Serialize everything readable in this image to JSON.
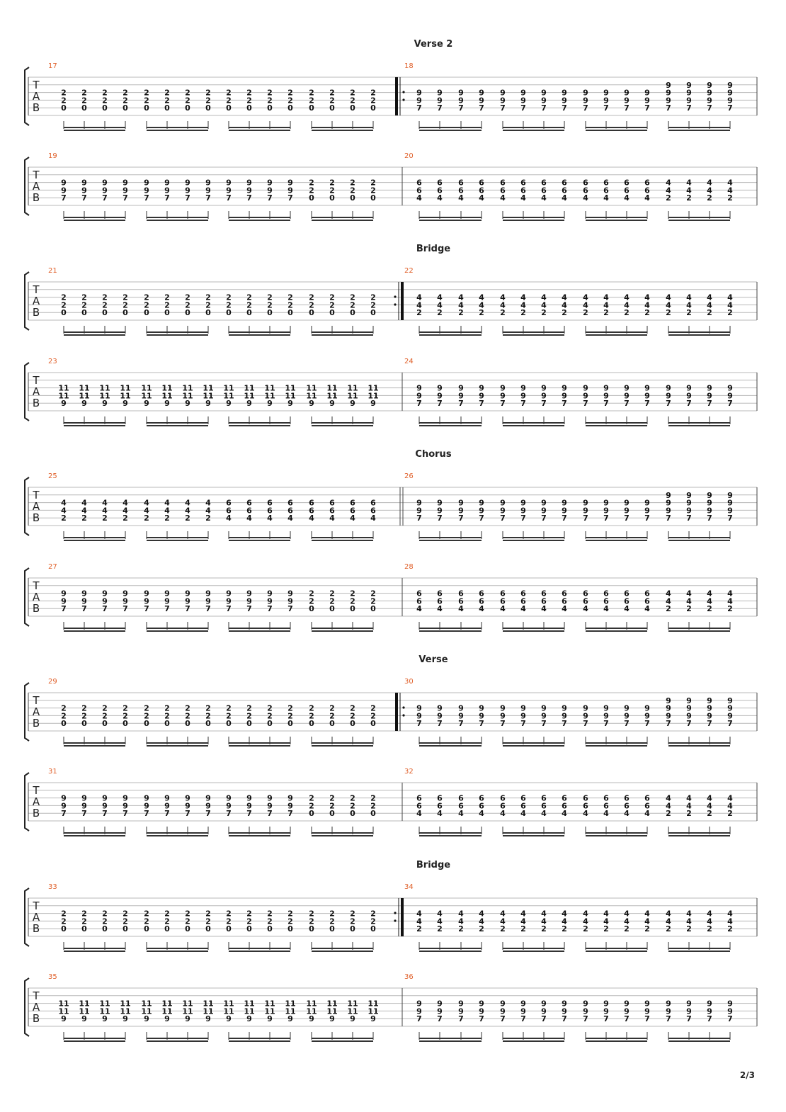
{
  "page_number": "2/3",
  "tab_label": [
    "T",
    "A",
    "B"
  ],
  "systems": [
    {
      "section": "Verse 2",
      "measures": [
        {
          "number": "17",
          "repeat_start": false,
          "repeat_end": false,
          "chords": [
            [
              "2",
              "2",
              "0"
            ],
            [
              "2",
              "2",
              "0"
            ],
            [
              "2",
              "2",
              "0"
            ],
            [
              "2",
              "2",
              "0"
            ]
          ]
        },
        {
          "number": "18",
          "repeat_start": true,
          "repeat_end": false,
          "chords": [
            [
              "9",
              "9",
              "7"
            ],
            [
              "9",
              "9",
              "7"
            ],
            [
              "9",
              "9",
              "7"
            ],
            [
              "9",
              "9",
              "7",
              "9"
            ]
          ]
        }
      ]
    },
    {
      "section": "",
      "measures": [
        {
          "number": "19",
          "repeat_start": false,
          "repeat_end": false,
          "chords": [
            [
              "9",
              "9",
              "7"
            ],
            [
              "9",
              "9",
              "7"
            ],
            [
              "9",
              "9",
              "7"
            ],
            [
              "2",
              "2",
              "0"
            ]
          ]
        },
        {
          "number": "20",
          "repeat_start": false,
          "repeat_end": false,
          "chords": [
            [
              "6",
              "6",
              "4"
            ],
            [
              "6",
              "6",
              "4"
            ],
            [
              "6",
              "6",
              "4"
            ],
            [
              "4",
              "4",
              "2"
            ]
          ]
        }
      ]
    },
    {
      "section": "Bridge",
      "measures": [
        {
          "number": "21",
          "repeat_start": false,
          "repeat_end": true,
          "chords": [
            [
              "2",
              "2",
              "0"
            ],
            [
              "2",
              "2",
              "0"
            ],
            [
              "2",
              "2",
              "0"
            ],
            [
              "2",
              "2",
              "0"
            ]
          ]
        },
        {
          "number": "22",
          "repeat_start": false,
          "repeat_end": false,
          "chords": [
            [
              "4",
              "4",
              "2"
            ],
            [
              "4",
              "4",
              "2"
            ],
            [
              "4",
              "4",
              "2"
            ],
            [
              "4",
              "4",
              "2"
            ]
          ]
        }
      ]
    },
    {
      "section": "",
      "measures": [
        {
          "number": "23",
          "repeat_start": false,
          "repeat_end": false,
          "chords": [
            [
              "11",
              "11",
              "9"
            ],
            [
              "11",
              "11",
              "9"
            ],
            [
              "11",
              "11",
              "9"
            ],
            [
              "11",
              "11",
              "9"
            ]
          ]
        },
        {
          "number": "24",
          "repeat_start": false,
          "repeat_end": false,
          "chords": [
            [
              "9",
              "9",
              "7"
            ],
            [
              "9",
              "9",
              "7"
            ],
            [
              "9",
              "9",
              "7"
            ],
            [
              "9",
              "9",
              "7"
            ]
          ]
        }
      ]
    },
    {
      "section": "Chorus",
      "measures": [
        {
          "number": "25",
          "repeat_start": false,
          "repeat_end": false,
          "double_bar_end": true,
          "chords": [
            [
              "4",
              "4",
              "2"
            ],
            [
              "4",
              "4",
              "2"
            ],
            [
              "6",
              "6",
              "4"
            ],
            [
              "6",
              "6",
              "4"
            ]
          ]
        },
        {
          "number": "26",
          "repeat_start": false,
          "repeat_end": false,
          "chords": [
            [
              "9",
              "9",
              "7"
            ],
            [
              "9",
              "9",
              "7"
            ],
            [
              "9",
              "9",
              "7"
            ],
            [
              "9",
              "9",
              "7",
              "9"
            ]
          ]
        }
      ]
    },
    {
      "section": "",
      "measures": [
        {
          "number": "27",
          "repeat_start": false,
          "repeat_end": false,
          "chords": [
            [
              "9",
              "9",
              "7"
            ],
            [
              "9",
              "9",
              "7"
            ],
            [
              "9",
              "9",
              "7"
            ],
            [
              "2",
              "2",
              "0"
            ]
          ]
        },
        {
          "number": "28",
          "repeat_start": false,
          "repeat_end": false,
          "chords": [
            [
              "6",
              "6",
              "4"
            ],
            [
              "6",
              "6",
              "4"
            ],
            [
              "6",
              "6",
              "4"
            ],
            [
              "4",
              "4",
              "2"
            ]
          ]
        }
      ]
    },
    {
      "section": "Verse",
      "measures": [
        {
          "number": "29",
          "repeat_start": false,
          "repeat_end": false,
          "chords": [
            [
              "2",
              "2",
              "0"
            ],
            [
              "2",
              "2",
              "0"
            ],
            [
              "2",
              "2",
              "0"
            ],
            [
              "2",
              "2",
              "0"
            ]
          ]
        },
        {
          "number": "30",
          "repeat_start": true,
          "repeat_end": false,
          "chords": [
            [
              "9",
              "9",
              "7"
            ],
            [
              "9",
              "9",
              "7"
            ],
            [
              "9",
              "9",
              "7"
            ],
            [
              "9",
              "9",
              "7",
              "9"
            ]
          ]
        }
      ]
    },
    {
      "section": "",
      "measures": [
        {
          "number": "31",
          "repeat_start": false,
          "repeat_end": false,
          "chords": [
            [
              "9",
              "9",
              "7"
            ],
            [
              "9",
              "9",
              "7"
            ],
            [
              "9",
              "9",
              "7"
            ],
            [
              "2",
              "2",
              "0"
            ]
          ]
        },
        {
          "number": "32",
          "repeat_start": false,
          "repeat_end": false,
          "chords": [
            [
              "6",
              "6",
              "4"
            ],
            [
              "6",
              "6",
              "4"
            ],
            [
              "6",
              "6",
              "4"
            ],
            [
              "4",
              "4",
              "2"
            ]
          ]
        }
      ]
    },
    {
      "section": "Bridge",
      "measures": [
        {
          "number": "33",
          "repeat_start": false,
          "repeat_end": true,
          "chords": [
            [
              "2",
              "2",
              "0"
            ],
            [
              "2",
              "2",
              "0"
            ],
            [
              "2",
              "2",
              "0"
            ],
            [
              "2",
              "2",
              "0"
            ]
          ]
        },
        {
          "number": "34",
          "repeat_start": false,
          "repeat_end": false,
          "chords": [
            [
              "4",
              "4",
              "2"
            ],
            [
              "4",
              "4",
              "2"
            ],
            [
              "4",
              "4",
              "2"
            ],
            [
              "4",
              "4",
              "2"
            ]
          ]
        }
      ]
    },
    {
      "section": "",
      "measures": [
        {
          "number": "35",
          "repeat_start": false,
          "repeat_end": false,
          "chords": [
            [
              "11",
              "11",
              "9"
            ],
            [
              "11",
              "11",
              "9"
            ],
            [
              "11",
              "11",
              "9"
            ],
            [
              "11",
              "11",
              "9"
            ]
          ]
        },
        {
          "number": "36",
          "repeat_start": false,
          "repeat_end": false,
          "chords": [
            [
              "9",
              "9",
              "7"
            ],
            [
              "9",
              "9",
              "7"
            ],
            [
              "9",
              "9",
              "7"
            ],
            [
              "9",
              "9",
              "7"
            ]
          ]
        }
      ]
    }
  ]
}
